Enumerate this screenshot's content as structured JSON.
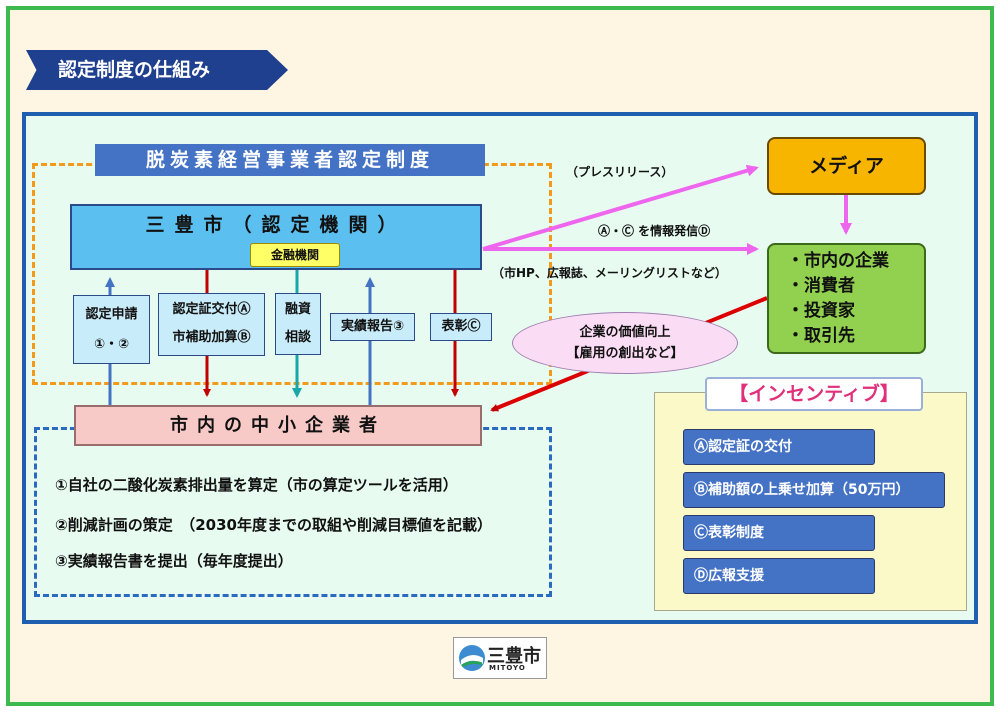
{
  "page_title": "認定制度の仕組み",
  "system_title": "脱炭素経営事業者認定制度",
  "city_box": {
    "label": "三豊市（認定機関）",
    "finance": "金融機関"
  },
  "flows": {
    "apply_line1": "認定申請",
    "apply_line2": "①・②",
    "cert_line1": "認定証交付Ⓐ",
    "cert_line2": "市補助加算Ⓑ",
    "loan_line1": "融資",
    "loan_line2": "相談",
    "report": "実績報告③",
    "award": "表彰Ⓒ"
  },
  "sme": {
    "label": "市内の中小企業者",
    "steps": [
      "①自社の二酸化炭素排出量を算定（市の算定ツールを活用）",
      "②削減計画の策定　（2030年度までの取組や削減目標値を記載）",
      "③実績報告書を提出（毎年度提出）"
    ]
  },
  "media": "メディア",
  "stakeholders": [
    "・市内の企業",
    "・消費者",
    "・投資家",
    "・取引先"
  ],
  "notes": {
    "press": "（プレスリリース）",
    "info": "Ⓐ・Ⓒ を情報発信Ⓓ",
    "channels": "（市HP、広報誌、メーリングリストなど）"
  },
  "value": {
    "line1": "企業の価値向上",
    "line2": "【雇用の創出など】"
  },
  "incentives": {
    "title": "【インセンティブ】",
    "items": [
      "Ⓐ認定証の交付",
      "Ⓑ補助額の上乗せ加算（50万円）",
      "Ⓒ表彰制度",
      "Ⓓ広報支援"
    ]
  },
  "logo": {
    "name": "三豊市",
    "sub": "MITOYO"
  },
  "colors": {
    "frame_green": "#3dbb4f",
    "panel_blue": "#1f5fb0",
    "arrow_red": "#c00000",
    "arrow_blue": "#4472c4",
    "arrow_teal": "#1aa7a7",
    "arrow_pink": "#ee66ee"
  }
}
